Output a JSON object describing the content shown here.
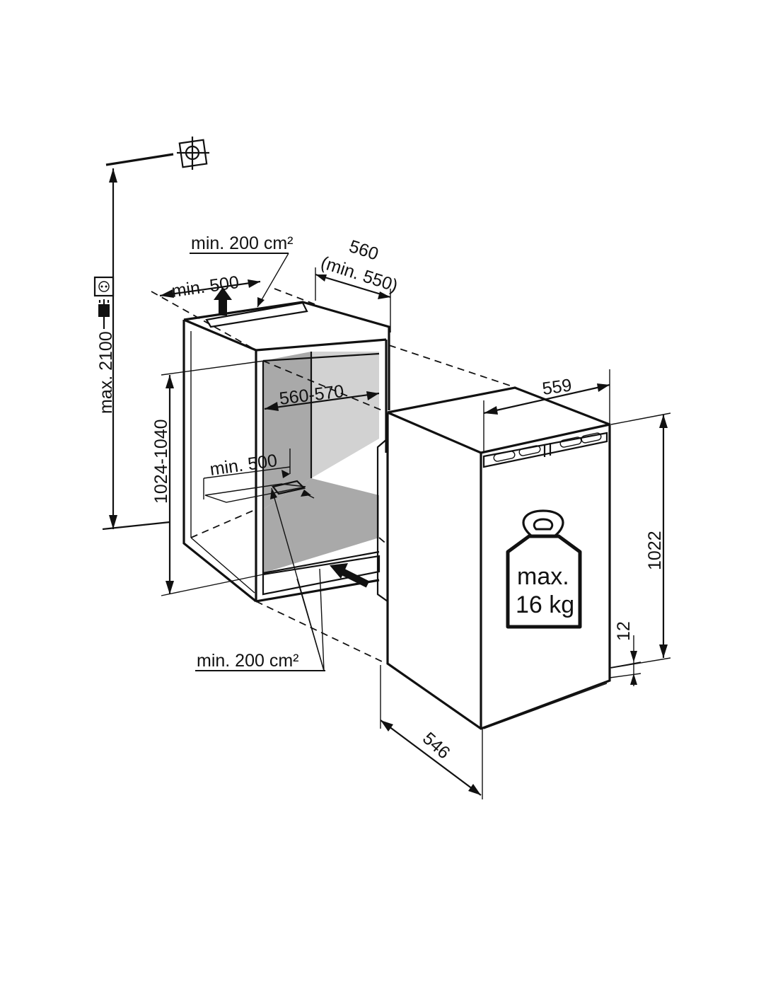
{
  "labels": {
    "max_height": "max. 2100",
    "vent_top": "min. 200 cm²",
    "top_width": "min. 500",
    "niche_depth": "560",
    "niche_depth_min": "(min. 550)",
    "niche_width": "560-570",
    "niche_height": "1024-1040",
    "floor_depth": "min. 500",
    "vent_bottom": "min. 200 cm²",
    "appliance_width": "559",
    "appliance_height": "1022",
    "gap": "12",
    "appliance_depth": "546",
    "weight_line1": "max.",
    "weight_line2": "16 kg"
  },
  "icons": [
    "socket-icon",
    "plug-icon",
    "water-connection-icon",
    "weight-icon"
  ],
  "colors": {
    "ink": "#111111",
    "niche_shade": "#a9a9a9",
    "niche_side": "#d2d2d2"
  }
}
